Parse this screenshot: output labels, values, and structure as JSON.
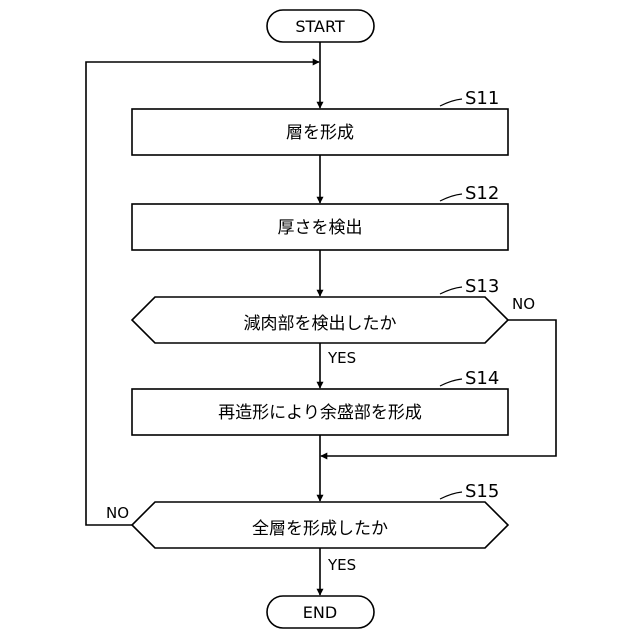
{
  "start": "START",
  "end": "END",
  "steps": {
    "s11": {
      "id": "S11",
      "text": "層を形成"
    },
    "s12": {
      "id": "S12",
      "text": "厚さを検出"
    },
    "s13": {
      "id": "S13",
      "text": "減肉部を検出したか"
    },
    "s14": {
      "id": "S14",
      "text": "再造形により余盛部を形成"
    },
    "s15": {
      "id": "S15",
      "text": "全層を形成したか"
    }
  },
  "branches": {
    "s13_no": "NO",
    "s13_yes": "YES",
    "s15_no": "NO",
    "s15_yes": "YES"
  }
}
